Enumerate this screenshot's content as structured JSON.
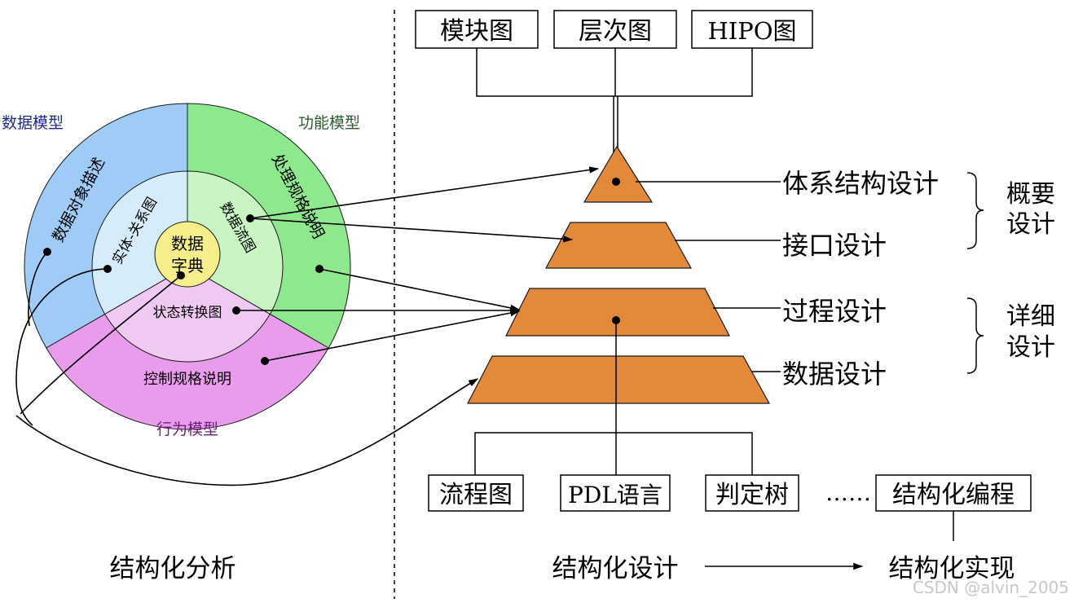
{
  "colors": {
    "data_model": "#9ECCF7",
    "function_model": "#8EE88E",
    "behavior_model": "#E89CEB",
    "inner_data": "#D6ECFB",
    "inner_function": "#C9F5C5",
    "inner_behavior": "#F0C9F2",
    "center": "#F5EE8B",
    "pyramid": "#E3893A"
  },
  "analysis": {
    "data_model_label": "数据模型",
    "function_model_label": "功能模型",
    "behavior_model_label": "行为模型",
    "outer_data": "数据对象描述",
    "outer_function": "处理规格说明",
    "outer_behavior": "控制规格说明",
    "inner_data": "实体-关系图",
    "inner_function": "数据流图",
    "inner_behavior": "状态转换图",
    "center_line1": "数据",
    "center_line2": "字典",
    "caption": "结构化分析"
  },
  "design": {
    "top_tools": [
      "模块图",
      "层次图",
      "HIPO图"
    ],
    "bottom_tools": [
      "流程图",
      "PDL语言",
      "判定树"
    ],
    "tiers": [
      "体系结构设计",
      "接口设计",
      "过程设计",
      "数据设计"
    ],
    "group_outline_line1": "概要",
    "group_outline_line2": "设计",
    "group_detail_line1": "详细",
    "group_detail_line2": "设计",
    "caption": "结构化设计"
  },
  "implementation": {
    "ellipsis": "……",
    "coding": "结构化编程",
    "caption": "结构化实现"
  },
  "watermark": "CSDN @alvin_2005"
}
